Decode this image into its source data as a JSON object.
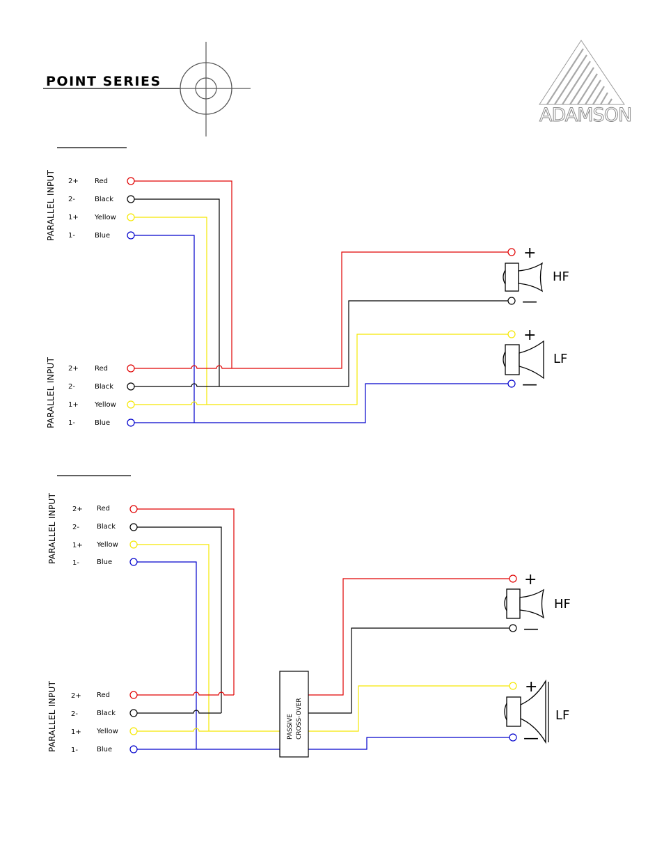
{
  "header": {
    "series_title": "POINT SERIES",
    "brand": "ADAMSON"
  },
  "input_label": "PARALLEL INPUT",
  "terminals": [
    {
      "pin": "2+",
      "color_name": "Red",
      "color": "#e00000"
    },
    {
      "pin": "2-",
      "color_name": "Black",
      "color": "#000000"
    },
    {
      "pin": "1+",
      "color_name": "Yellow",
      "color": "#f5e800"
    },
    {
      "pin": "1-",
      "color_name": "Blue",
      "color": "#0000cc"
    }
  ],
  "drivers": {
    "hf": "HF",
    "lf": "LF",
    "plus": "+",
    "minus": "—"
  },
  "crossover": {
    "line1": "PASSIVE",
    "line2": "CROSS-OVER"
  },
  "icons": [
    "crosshair-icon",
    "adamson-logo-icon",
    "hf-horn-icon",
    "lf-horn-icon",
    "terminal-icon"
  ]
}
